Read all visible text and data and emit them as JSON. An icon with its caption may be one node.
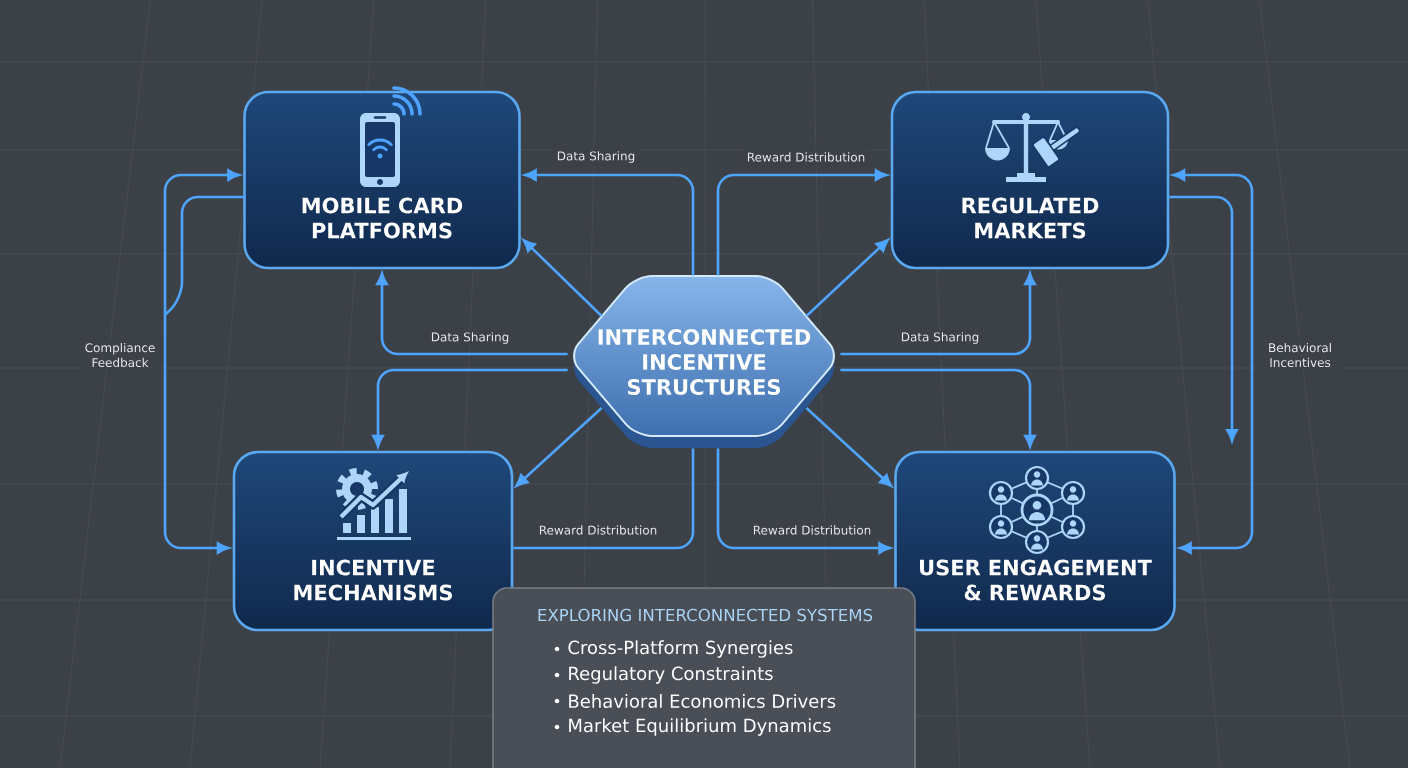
{
  "diagram": {
    "nodes": [
      {
        "text": [
          "MOBILE CARD PLATFORMS"
        ]
      },
      {
        "text": [
          "REGULATED MARKETS"
        ]
      },
      {
        "text": [
          "INTERCONNECTED INCENTIVE STRUCTURES"
        ]
      },
      {
        "text": [
          "INCENTIVE MECHANISMS"
        ]
      },
      {
        "text": [
          "USER ENGAGEMENT & REWARDS"
        ]
      },
      {
        "text": [
          "EXPLORING INTERCONNECTED SYSTEMS",
          "Cross-Platform Synergies",
          "Regulatory Constraints",
          "Behavioral Economics Drivers",
          "Market Equilibrium Dynamics"
        ]
      }
    ],
    "edges": [
      {
        "from": 2,
        "to": 0,
        "arrow": "to",
        "label": "Data Sharing"
      },
      {
        "from": 2,
        "to": 0,
        "arrow": "to"
      },
      {
        "from": 2,
        "to": 0,
        "arrow": "to",
        "label": "Data Sharing"
      },
      {
        "from": 2,
        "to": 1,
        "arrow": "to",
        "label": "Reward Distribution"
      },
      {
        "from": 2,
        "to": 1,
        "arrow": "to"
      },
      {
        "from": 2,
        "to": 1,
        "arrow": "to",
        "label": "Data Sharing"
      },
      {
        "from": 2,
        "to": 3,
        "arrow": "to"
      },
      {
        "from": 2,
        "to": 3,
        "arrow": "to"
      },
      {
        "from": 2,
        "to": 3,
        "arrow": "none",
        "label": "Reward Distribution"
      },
      {
        "from": 2,
        "to": 4,
        "arrow": "to"
      },
      {
        "from": 2,
        "to": 4,
        "arrow": "to"
      },
      {
        "from": 2,
        "to": 4,
        "arrow": "to",
        "label": "Reward Distribution"
      },
      {
        "from": 0,
        "to": 3,
        "arrow": "both",
        "label": "Compliance Feedback"
      },
      {
        "from": 0,
        "to": null,
        "arrow": "none"
      },
      {
        "from": 1,
        "to": 4,
        "arrow": "both",
        "label": "Behavioral Incentives"
      },
      {
        "from": 1,
        "to": null,
        "arrow": "to"
      }
    ]
  }
}
